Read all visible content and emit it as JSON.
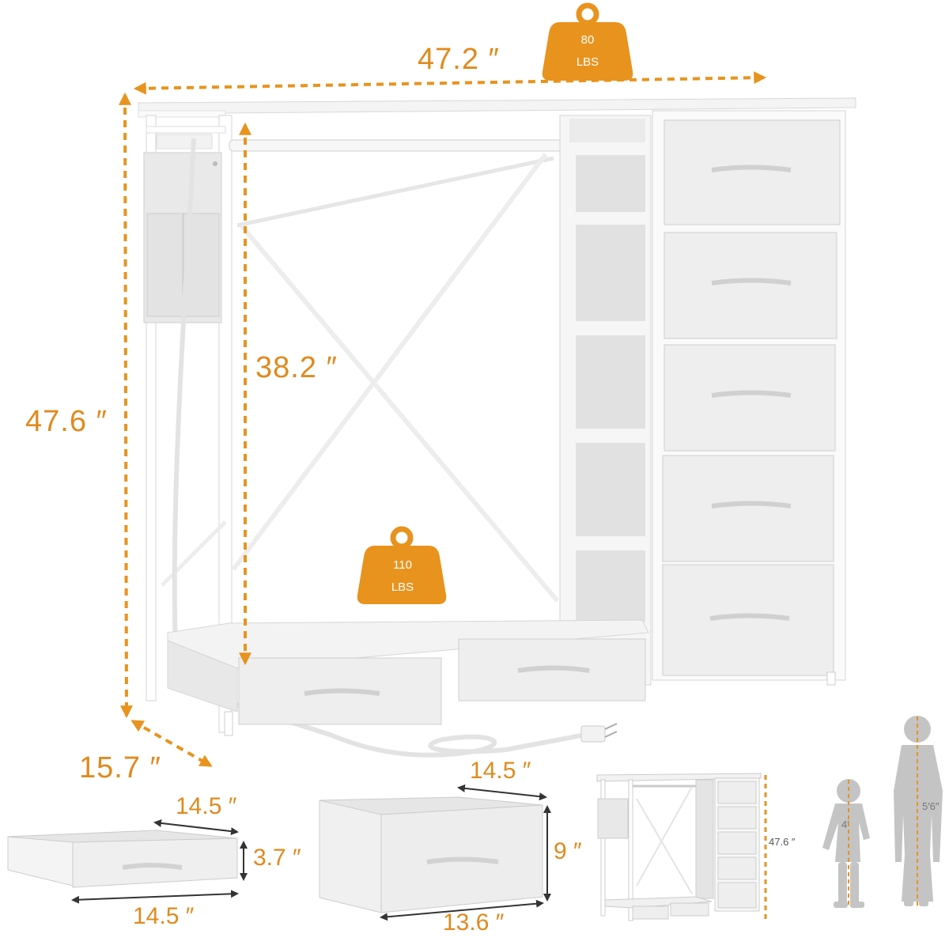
{
  "colors": {
    "accent": "#e8931e",
    "frame": "#ffffff",
    "drawer": "#eeeeee",
    "panel": "#e2e2e2",
    "silhouette": "#c4c4c4"
  },
  "dimensions": {
    "width": "47.2 ″",
    "height": "47.6 ″",
    "rail_height": "38.2 ″",
    "depth": "15.7 ″",
    "small_drawer_width_top": "14.5 ″",
    "small_drawer_height": "3.7 ″",
    "small_drawer_width_bottom": "14.5 ″",
    "large_drawer_width": "14.5 ″",
    "large_drawer_height": "9 ″",
    "large_drawer_depth": "13.6 ″"
  },
  "weights": {
    "top": {
      "value": "80",
      "unit": "LBS"
    },
    "bottom": {
      "value": "110",
      "unit": "LBS"
    }
  },
  "comparison": {
    "unit_height": "47.6 ″",
    "child_height": "4′",
    "adult_height": "5′6″"
  }
}
